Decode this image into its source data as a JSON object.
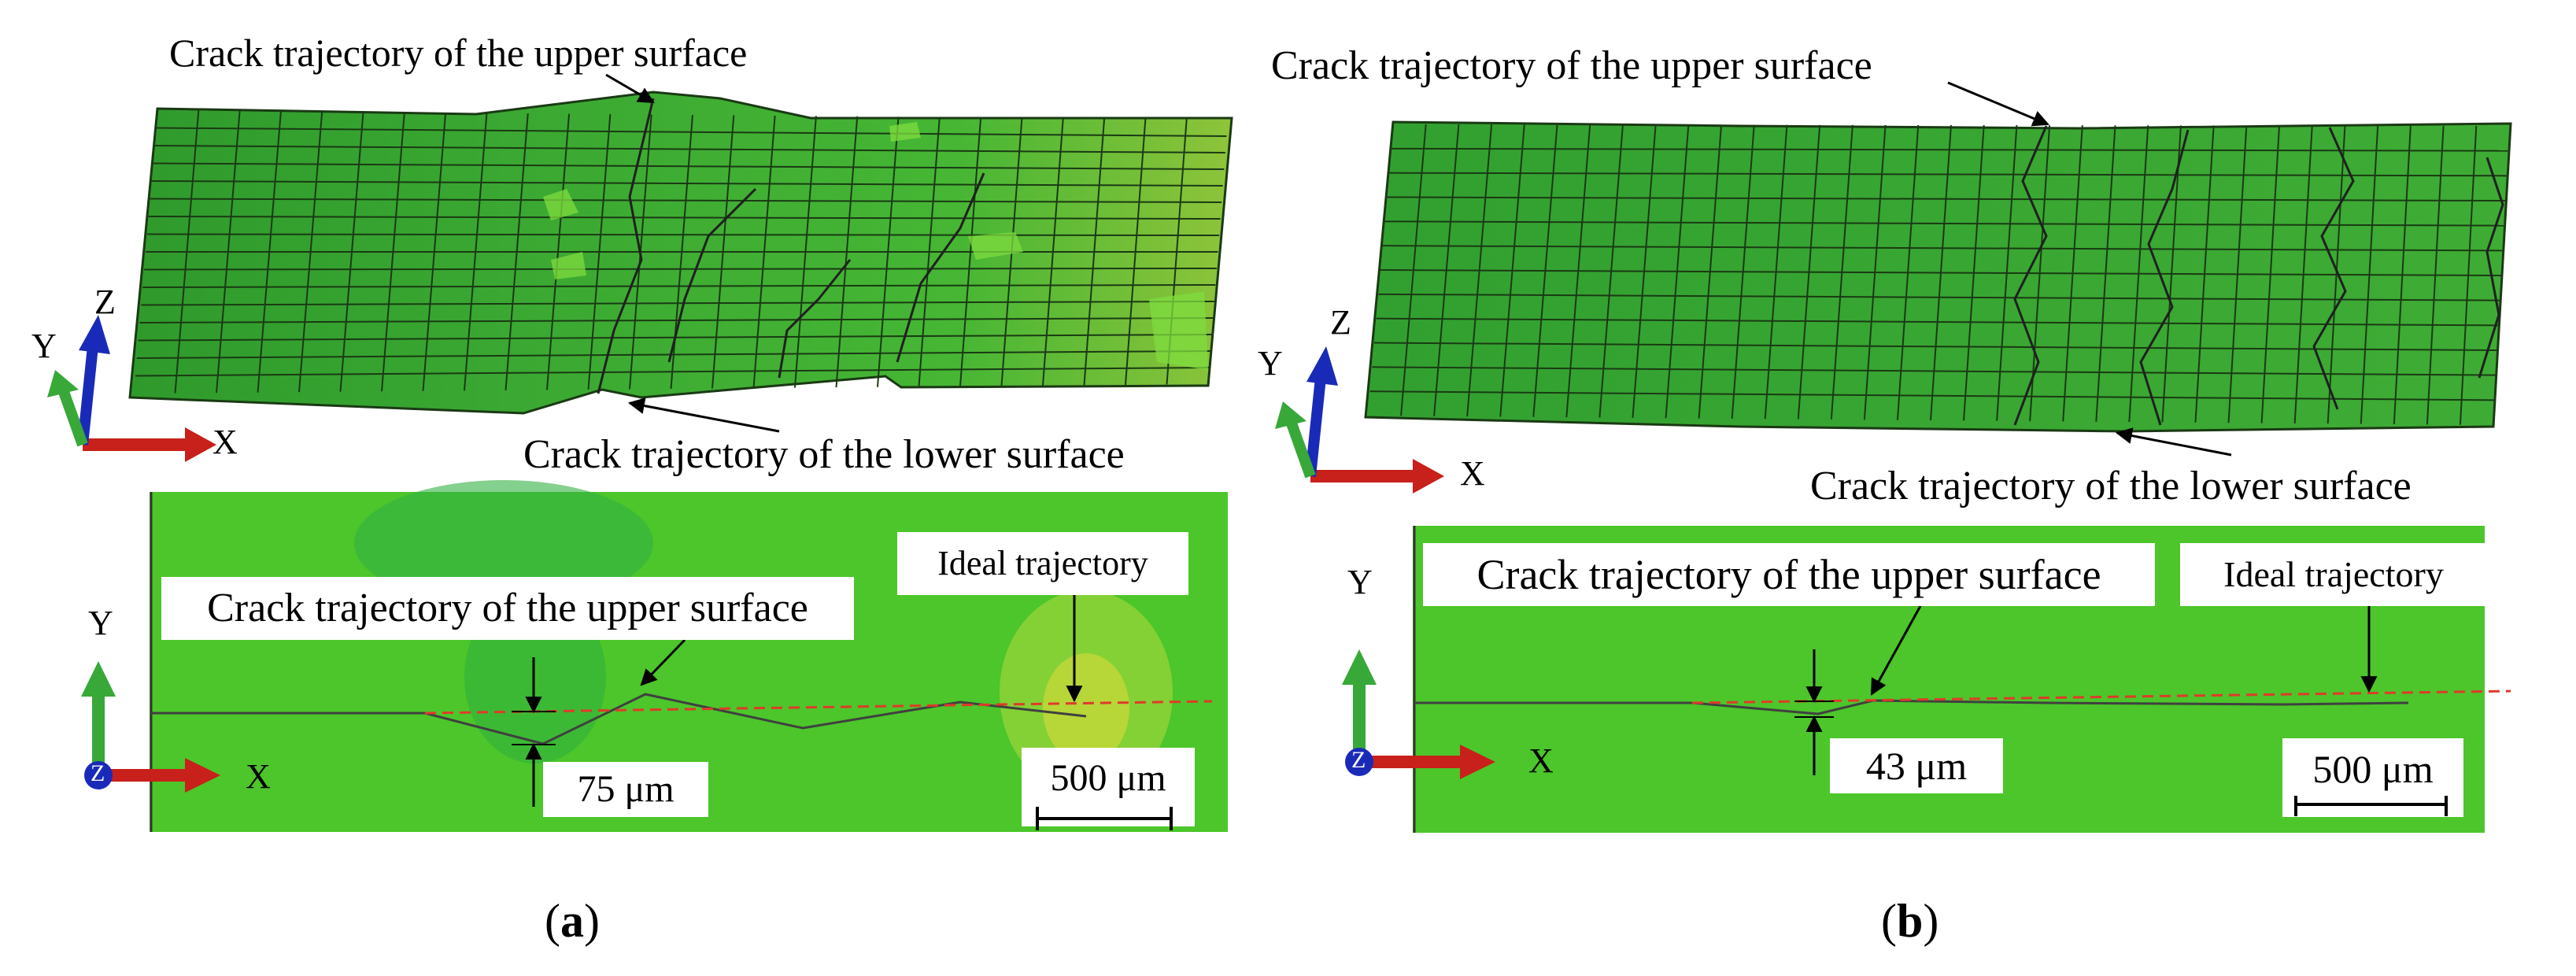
{
  "panels": [
    {
      "id": "a",
      "caption_letter": "a",
      "upper_label": "Crack trajectory of the upper surface",
      "lower_label": "Crack trajectory of the lower surface",
      "plan_upper_label": "Crack trajectory of the upper surface",
      "ideal_label": "Ideal trajectory",
      "offset_label": "75 μm",
      "scale_label": "500 μm",
      "triad_3d": {
        "a": "X",
        "b": "Y",
        "c": "Z"
      },
      "triad_2d": {
        "a": "X",
        "b": "Y",
        "c": "Z"
      }
    },
    {
      "id": "b",
      "caption_letter": "b",
      "upper_label": "Crack trajectory of the upper surface",
      "lower_label": "Crack trajectory of the lower surface",
      "plan_upper_label": "Crack trajectory of the upper surface",
      "ideal_label": "Ideal trajectory",
      "offset_label": "43 μm",
      "scale_label": "500 μm",
      "triad_3d": {
        "a": "X",
        "b": "Y",
        "c": "Z"
      },
      "triad_2d": {
        "a": "X",
        "b": "Y",
        "c": "Z"
      }
    }
  ],
  "colors": {
    "mesh_green": "#3aa832",
    "mesh_line": "#1a3a14",
    "plan_green": "#4cc62a",
    "ideal_line": "#e03a2a",
    "crack_line": "#404040",
    "axis_x": "#c8201a",
    "axis_y": "#38a838",
    "axis_z": "#1a2ab8"
  }
}
